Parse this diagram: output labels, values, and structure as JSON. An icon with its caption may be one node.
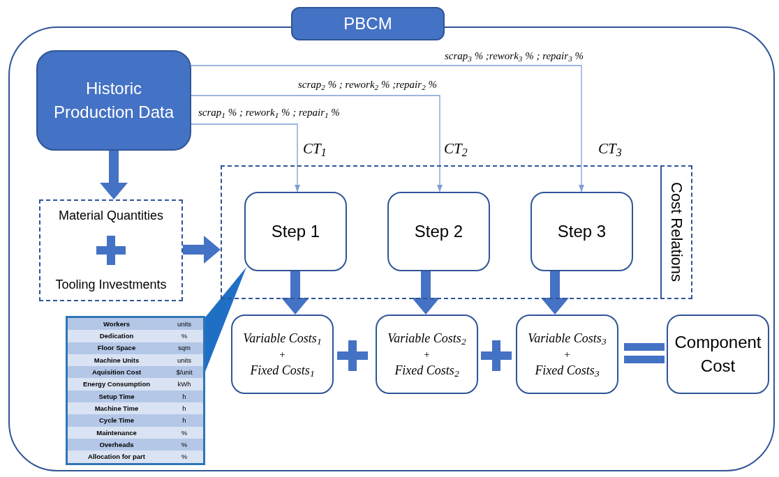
{
  "diagram": {
    "nodes": [
      {
        "text": [
          "PBCM"
        ]
      },
      {
        "text": [
          "Historic Production Data"
        ],
        "in": 0
      },
      {
        "text": [
          "Material Quantities",
          "Tooling Investments"
        ],
        "in": 0
      },
      {
        "text": [
          "Cost Relations"
        ],
        "in": 0
      },
      {
        "text": [
          "Step 1"
        ],
        "in": 3
      },
      {
        "text": [
          "Step 2"
        ],
        "in": 3
      },
      {
        "text": [
          "Step 3"
        ],
        "in": 3
      },
      {
        "text": [
          "Variable Costs$_{1}$",
          "+",
          "Fixed Costs$_{1}$"
        ],
        "in": 0
      },
      {
        "text": [
          "Variable Costs$_{2}$",
          "+",
          "Fixed Costs$_{2}$"
        ],
        "in": 0
      },
      {
        "text": [
          "Variable Costs$_{3}$",
          "+",
          "Fixed Costs$_{3}$"
        ],
        "in": 0
      },
      {
        "text": [
          "Component Cost"
        ],
        "in": 0
      },
      {
        "text": [],
        "shape": "box",
        "in": 0
      }
    ],
    "edges": [
      {
        "from": 1,
        "to": 4,
        "arrow": "to",
        "label": "scrap$_{1}$ % ; rework$_{1}$ % ; repair$_{1}$ %",
        "color": "#7e9dd6"
      },
      {
        "from": 1,
        "to": 5,
        "arrow": "to",
        "label": "scrap$_{2}$ % ; rework$_{2}$ % ;repair$_{2}$ %",
        "color": "#7e9dd6"
      },
      {
        "from": 1,
        "to": 6,
        "arrow": "to",
        "label": "scrap$_{3}$ % ;rework$_{3}$ % ; repair$_{3}$ %",
        "color": "#7e9dd6"
      },
      {
        "from": 1,
        "to": 2,
        "arrow": "to"
      },
      {
        "from": 2,
        "to": 3,
        "arrow": "to"
      },
      {
        "from": 4,
        "to": 7,
        "arrow": "to"
      },
      {
        "from": 5,
        "to": 8,
        "arrow": "to"
      },
      {
        "from": 6,
        "to": 9,
        "arrow": "to"
      },
      {
        "from": 4,
        "to": 11,
        "arrow": "none",
        "color": "#1f6fc5"
      }
    ],
    "labels": [
      "CT$_{1}$",
      "CT$_{2}$",
      "CT$_{3}$",
      "Workers",
      "units",
      "Dedication",
      "%",
      "Floor Space",
      "sqm",
      "Machine Units",
      "units",
      "Aquisition Cost",
      "$/unit",
      "Energy Consumption",
      "kWh",
      "Setup Time",
      "h",
      "Machine Time",
      "h",
      "Cycle Time",
      "h",
      "Maintenance",
      "%",
      "Overheads",
      "%",
      "Allocation for part",
      "%"
    ]
  }
}
